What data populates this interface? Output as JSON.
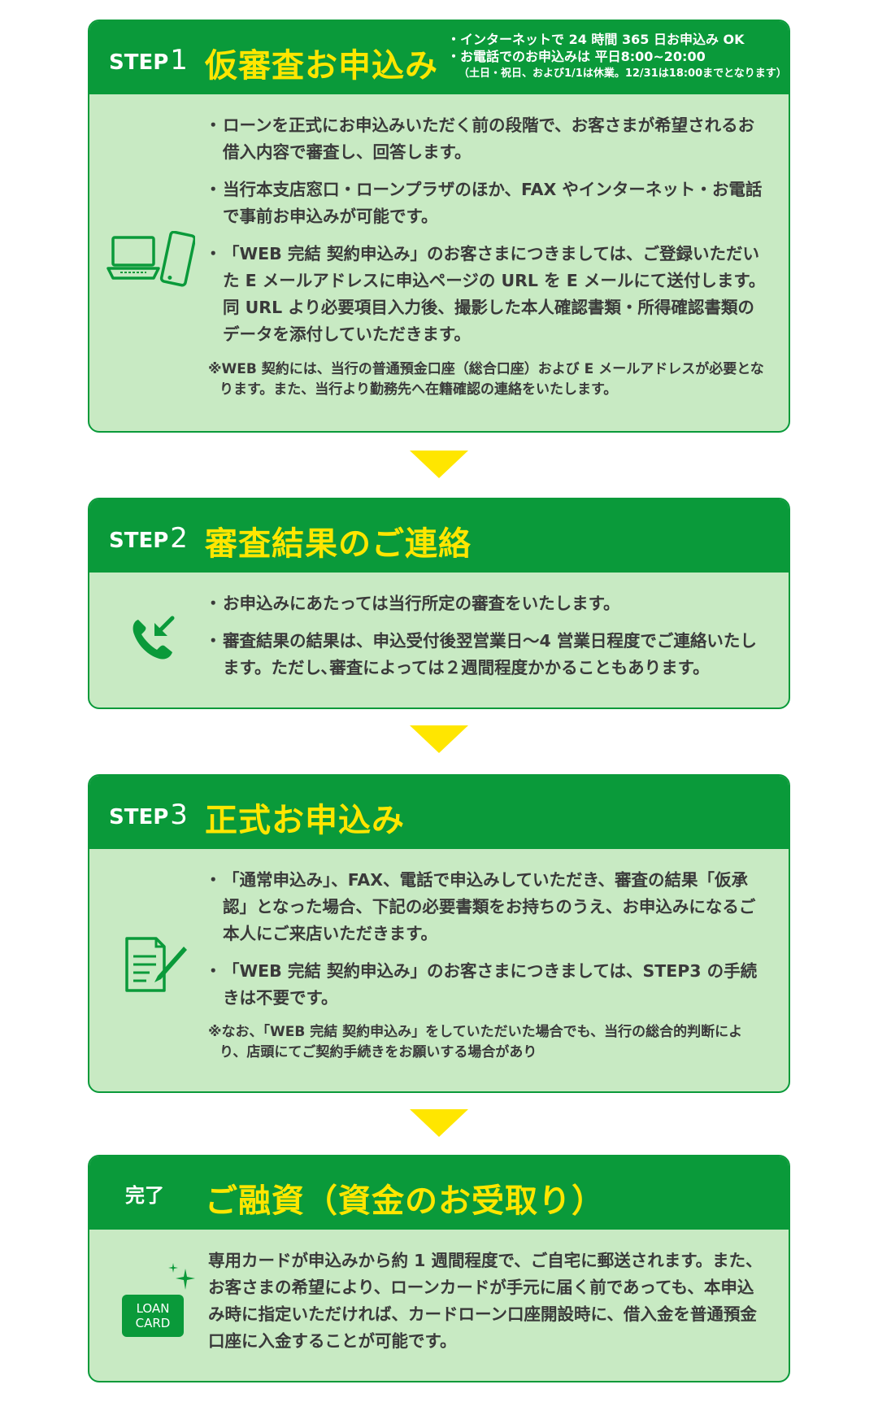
{
  "steps": {
    "step1": {
      "label": "STEP",
      "num": "1",
      "title": "仮審査お申込み",
      "notes": [
        "・インターネットで 24 時間 365 日お申込み OK",
        "・お電話でのお申込みは 平日8:00~20:00",
        "（土日・祝日、および1/1は休業。12/31は18:00までとなります）"
      ],
      "items": [
        "ローンを正式にお申込みいただく前の段階で、お客さまが希望されるお借入内容で審査し、回答します。",
        "当行本支店窓口・ローンプラザのほか、FAX やインターネット・お電話で事前お申込みが可能です。",
        "「WEB 完結 契約申込み」のお客さまにつきましては、ご登録いただいた E メールアドレスに申込ページの URL を E メールにて送付します。同 URL より必要項目入力後、撮影した本人確認書類・所得確認書類のデータを添付していただきます。"
      ],
      "note": "※WEB 契約には、当行の普通預金口座（総合口座）および E メールアドレスが必要となります。また、当行より勤務先へ在籍確認の連絡をいたします。"
    },
    "step2": {
      "label": "STEP",
      "num": "2",
      "title": "審査結果のご連絡",
      "items": [
        "お申込みにあたっては当行所定の審査をいたします。",
        "審査結果の結果は、申込受付後翌営業日～4 営業日程度でご連絡いたします。ただし､審査によっては２週間程度かかることもあります。"
      ]
    },
    "step3": {
      "label": "STEP",
      "num": "3",
      "title": "正式お申込み",
      "items": [
        "「通常申込み」、FAX、電話で申込みしていただき、審査の結果「仮承認」となった場合、下記の必要書類をお持ちのうえ、お申込みになるご本人にご来店いただきます。",
        "「WEB 完結 契約申込み」のお客さまにつきましては、STEP3 の手続きは不要です。"
      ],
      "note": "※なお、「WEB 完結 契約申込み」をしていただいた場合でも、当行の総合的判断により、店頭にてご契約手続きをお願いする場合があり"
    },
    "complete": {
      "label": "完了",
      "title": "ご融資（資金のお受取り）",
      "card_line1": "LOAN",
      "card_line2": "CARD",
      "text": "専用カードが申込みから約 1 週間程度で、ご自宅に郵送されます。また、お客さまの希望により、ローンカードが手元に届く前であっても、本申込み時に指定いただければ、カードローン口座開設時に、借入金を普通預金口座に入金することが可能です。"
    }
  },
  "colors": {
    "header_green": "#0a9a3a",
    "body_green": "#c8eac3",
    "title_yellow": "#ffe600",
    "arrow_yellow": "#ffe600"
  },
  "icons": [
    "laptop-icon",
    "smartphone-icon",
    "phone-call-icon",
    "document-pen-icon",
    "sparkle-icon"
  ]
}
